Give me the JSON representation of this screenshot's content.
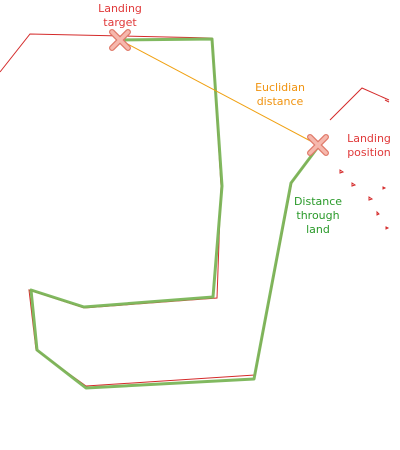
{
  "labels": {
    "landing_target": [
      "Landing",
      "target"
    ],
    "euclidian_distance": [
      "Euclidian",
      "distance"
    ],
    "landing_position": [
      "Landing",
      "position"
    ],
    "distance_through_land": [
      "Distance",
      "through",
      "land"
    ]
  },
  "colors": {
    "coastline": "#d42a2a",
    "land_path": "#7ab557",
    "euclidean_line": "#f0a010",
    "marker_fill": "#f6b8ad",
    "marker_stroke": "#e07a6a",
    "label_red": "#e0393a",
    "label_orange": "#f0930f",
    "label_green": "#2a9a2a"
  },
  "icons": {
    "target_marker": "x-cross-icon",
    "position_marker": "x-cross-icon"
  }
}
